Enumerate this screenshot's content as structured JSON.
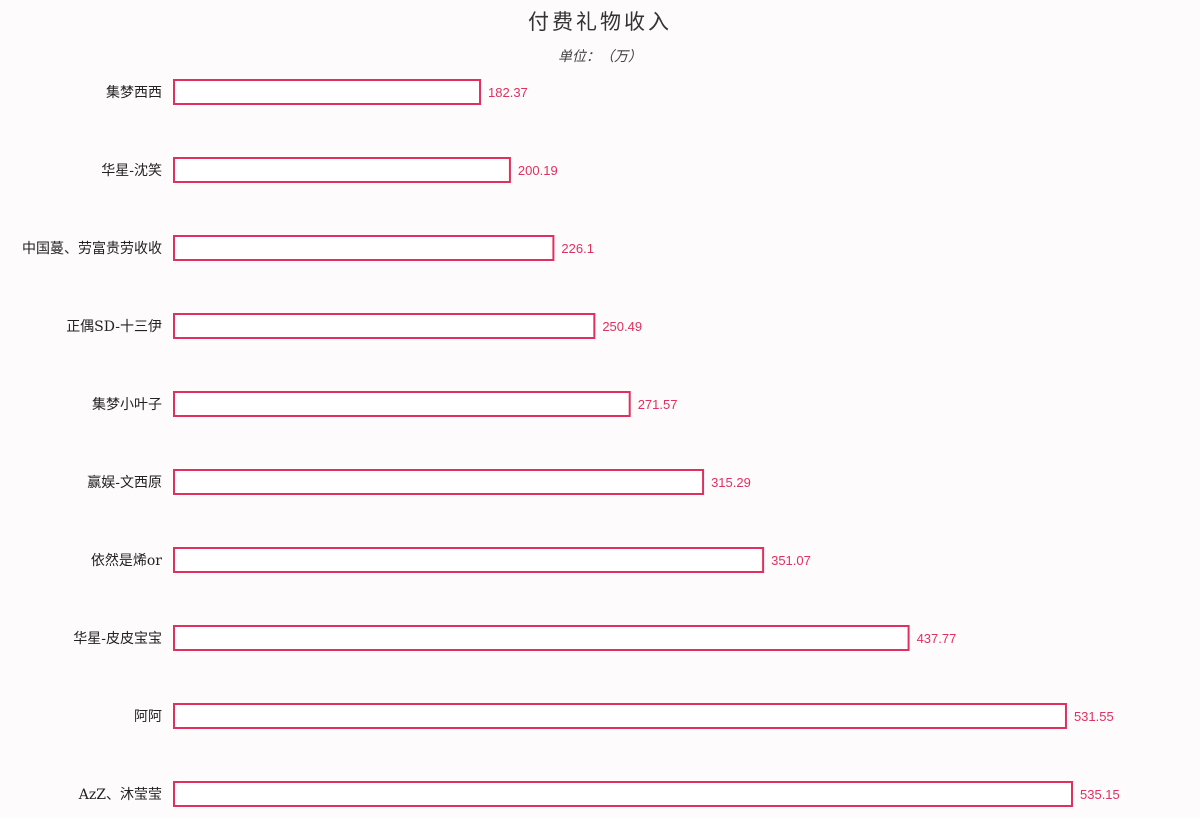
{
  "chart_data": {
    "type": "bar",
    "orientation": "horizontal",
    "title": "付费礼物收入",
    "subtitle": "单位：（万）",
    "xlabel": "",
    "ylabel": "",
    "categories": [
      "集梦西西",
      "华星-沈笑",
      "中国蔓、劳富贵劳收收",
      "正偶SD-十三伊",
      "集梦小叶子",
      "赢娱-文西原",
      "依然是烯or",
      "华星-皮皮宝宝",
      "阿阿",
      "AzZ、沐莹莹"
    ],
    "values": [
      182.37,
      200.19,
      226.1,
      250.49,
      271.57,
      315.29,
      351.07,
      437.77,
      531.55,
      535.15
    ],
    "value_labels": [
      "182.37",
      "200.19",
      "226.1",
      "250.49",
      "271.57",
      "315.29",
      "351.07",
      "437.77",
      "531.55",
      "535.15"
    ],
    "xlim": [
      0,
      535.15
    ],
    "grid": false,
    "legend": "none",
    "bar_color": "#e0305f",
    "bar_fill": "#ffffff"
  }
}
